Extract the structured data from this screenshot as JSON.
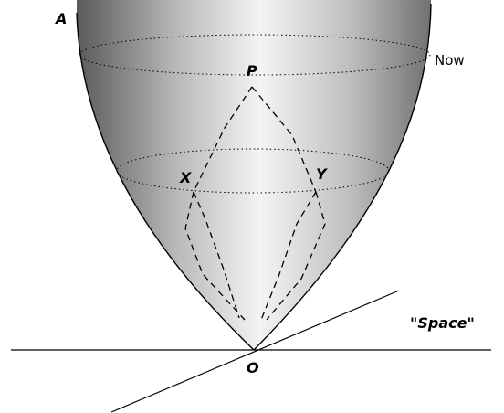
{
  "labels": {
    "apex_top_left": "A",
    "now": "Now",
    "event_p": "P",
    "event_x": "X",
    "event_y": "Y",
    "space": "\"Space\"",
    "origin": "O"
  },
  "colors": {
    "surface_light": "#f4f4f4",
    "surface_dark": "#5a5a5a",
    "outline": "#000000",
    "background": "#ffffff"
  }
}
